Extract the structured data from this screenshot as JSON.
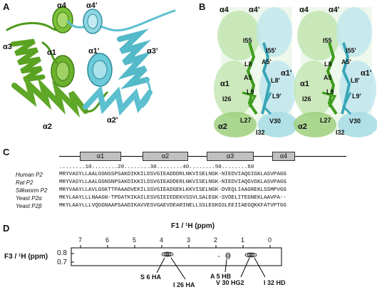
{
  "panels": {
    "a": "A",
    "b": "B",
    "c": "C",
    "d": "D"
  },
  "panel_a": {
    "labels": [
      "α4",
      "α4'",
      "α3",
      "α1",
      "α1'",
      "α3'",
      "α2",
      "α2'"
    ]
  },
  "panel_b": {
    "labels": [
      "α4",
      "α4'",
      "I55",
      "I55'",
      "A5'",
      "L8",
      "A5",
      "α1'",
      "L8'",
      "α1",
      "L9",
      "I26",
      "L9'",
      "L27",
      "α2",
      "I32",
      "V30"
    ]
  },
  "panel_c": {
    "helices": [
      "α1",
      "α2",
      "α3",
      "α4"
    ],
    "ruler": "........10........20........30........40........50........60",
    "ruler_ticks": [
      "10",
      "20",
      "30",
      "40",
      "50",
      "60"
    ],
    "sequences": [
      {
        "name": "Human P2",
        "seq": "MRYVASYLLAALGGNSSPSAKDIKKILDSVGIEADDDRLNKVISELNGK-NIEDVIAQGIGKLASVPAGG"
      },
      {
        "name": "Rat P2",
        "seq": "MRYVASYLLAALGGNSNPSAKDIKKILDSVGIEADDERLNKVISELNGK-NIEDVIAQGVGKLASVPAGG"
      },
      {
        "name": "Silkworm P2",
        "seq": "MRYVAAYLLAVLGGKTTPAAADVEKILSSVGIEADGEKLKKVISELNGK-DVEQLIAAGREKLSSMPVGG"
      },
      {
        "name": "Yeast P2α",
        "seq": "MKYLAAYLLLNAAGN-TPDATKIKAILESVGIEIEDEKVSSVLSALEGK-SVDELITEGNEKLAAVPA--"
      },
      {
        "name": "Yeast P2β",
        "seq": "MKYLAAYLLLVQGGNAAPSAADIKAVVESVGAEVDEARINELLSSLEGKGSLEEIIAEGQKKFATVPTGG"
      }
    ]
  },
  "panel_d": {
    "x_axis_label": "F1 / ¹H (ppm)",
    "x_ticks": [
      "7",
      "6",
      "5",
      "4",
      "3",
      "2",
      "1",
      "0"
    ],
    "y_axis_label": "F3 / ¹H (ppm)",
    "y_ticks": [
      "0.8",
      "0.7"
    ],
    "peaks": [
      "S 6 HA",
      "I 26 HA",
      "A 5 HB",
      "V 30 HG2",
      "I 32 HD"
    ]
  }
}
